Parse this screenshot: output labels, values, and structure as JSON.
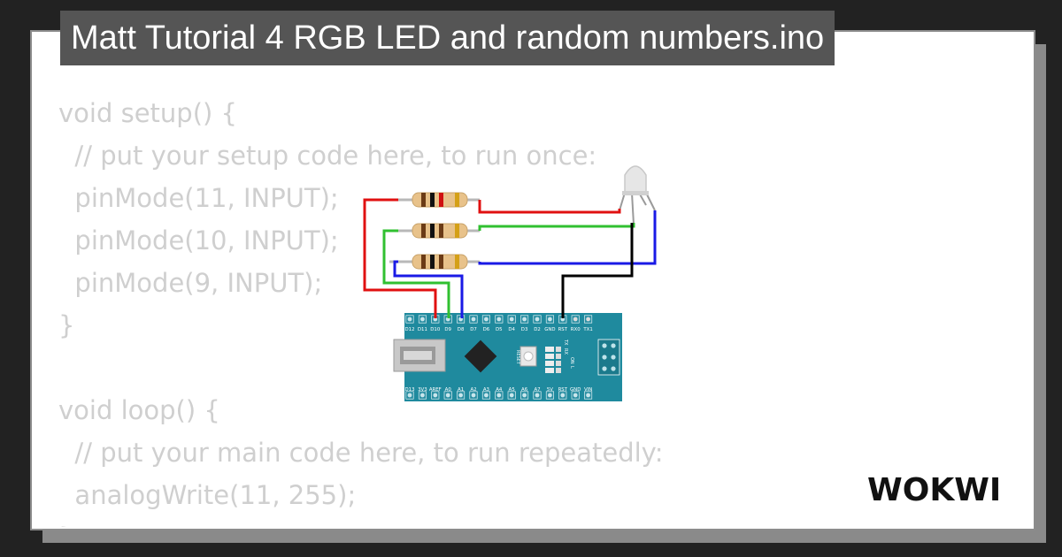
{
  "title": "Matt Tutorial 4 RGB LED and random numbers.ino",
  "code_lines": [
    "void setup() {",
    "  // put your setup code here, to run once:",
    "  pinMode(11, INPUT);",
    "  pinMode(10, INPUT);",
    "  pinMode(9, INPUT);",
    "}",
    "",
    "void loop() {",
    "  // put your main code here, to run repeatedly:",
    "  analogWrite(11, 255);",
    "}"
  ],
  "board": {
    "top_pins": [
      "D12",
      "D11",
      "D10",
      "D9",
      "D8",
      "D7",
      "D6",
      "D5",
      "D4",
      "D3",
      "D2",
      "GND",
      "RST",
      "RX0",
      "TX1"
    ],
    "bottom_pins": [
      "D13",
      "3V3",
      "AREF",
      "A0",
      "A1",
      "A2",
      "A3",
      "A4",
      "A5",
      "A6",
      "A7",
      "5V",
      "RST",
      "GND",
      "VIN"
    ],
    "reset_label": "RESET",
    "led_labels": [
      "TX",
      "RX",
      "ON",
      "L"
    ]
  },
  "logo_text": "WOKWI",
  "colors": {
    "background": "#222222",
    "card": "#ffffff",
    "title_bg": "#555555",
    "code_text": "#cfcfcf",
    "board": "#1f8a9e",
    "wire_red": "#e01010",
    "wire_green": "#30c030",
    "wire_blue": "#1a1ae6",
    "wire_black": "#000000"
  }
}
